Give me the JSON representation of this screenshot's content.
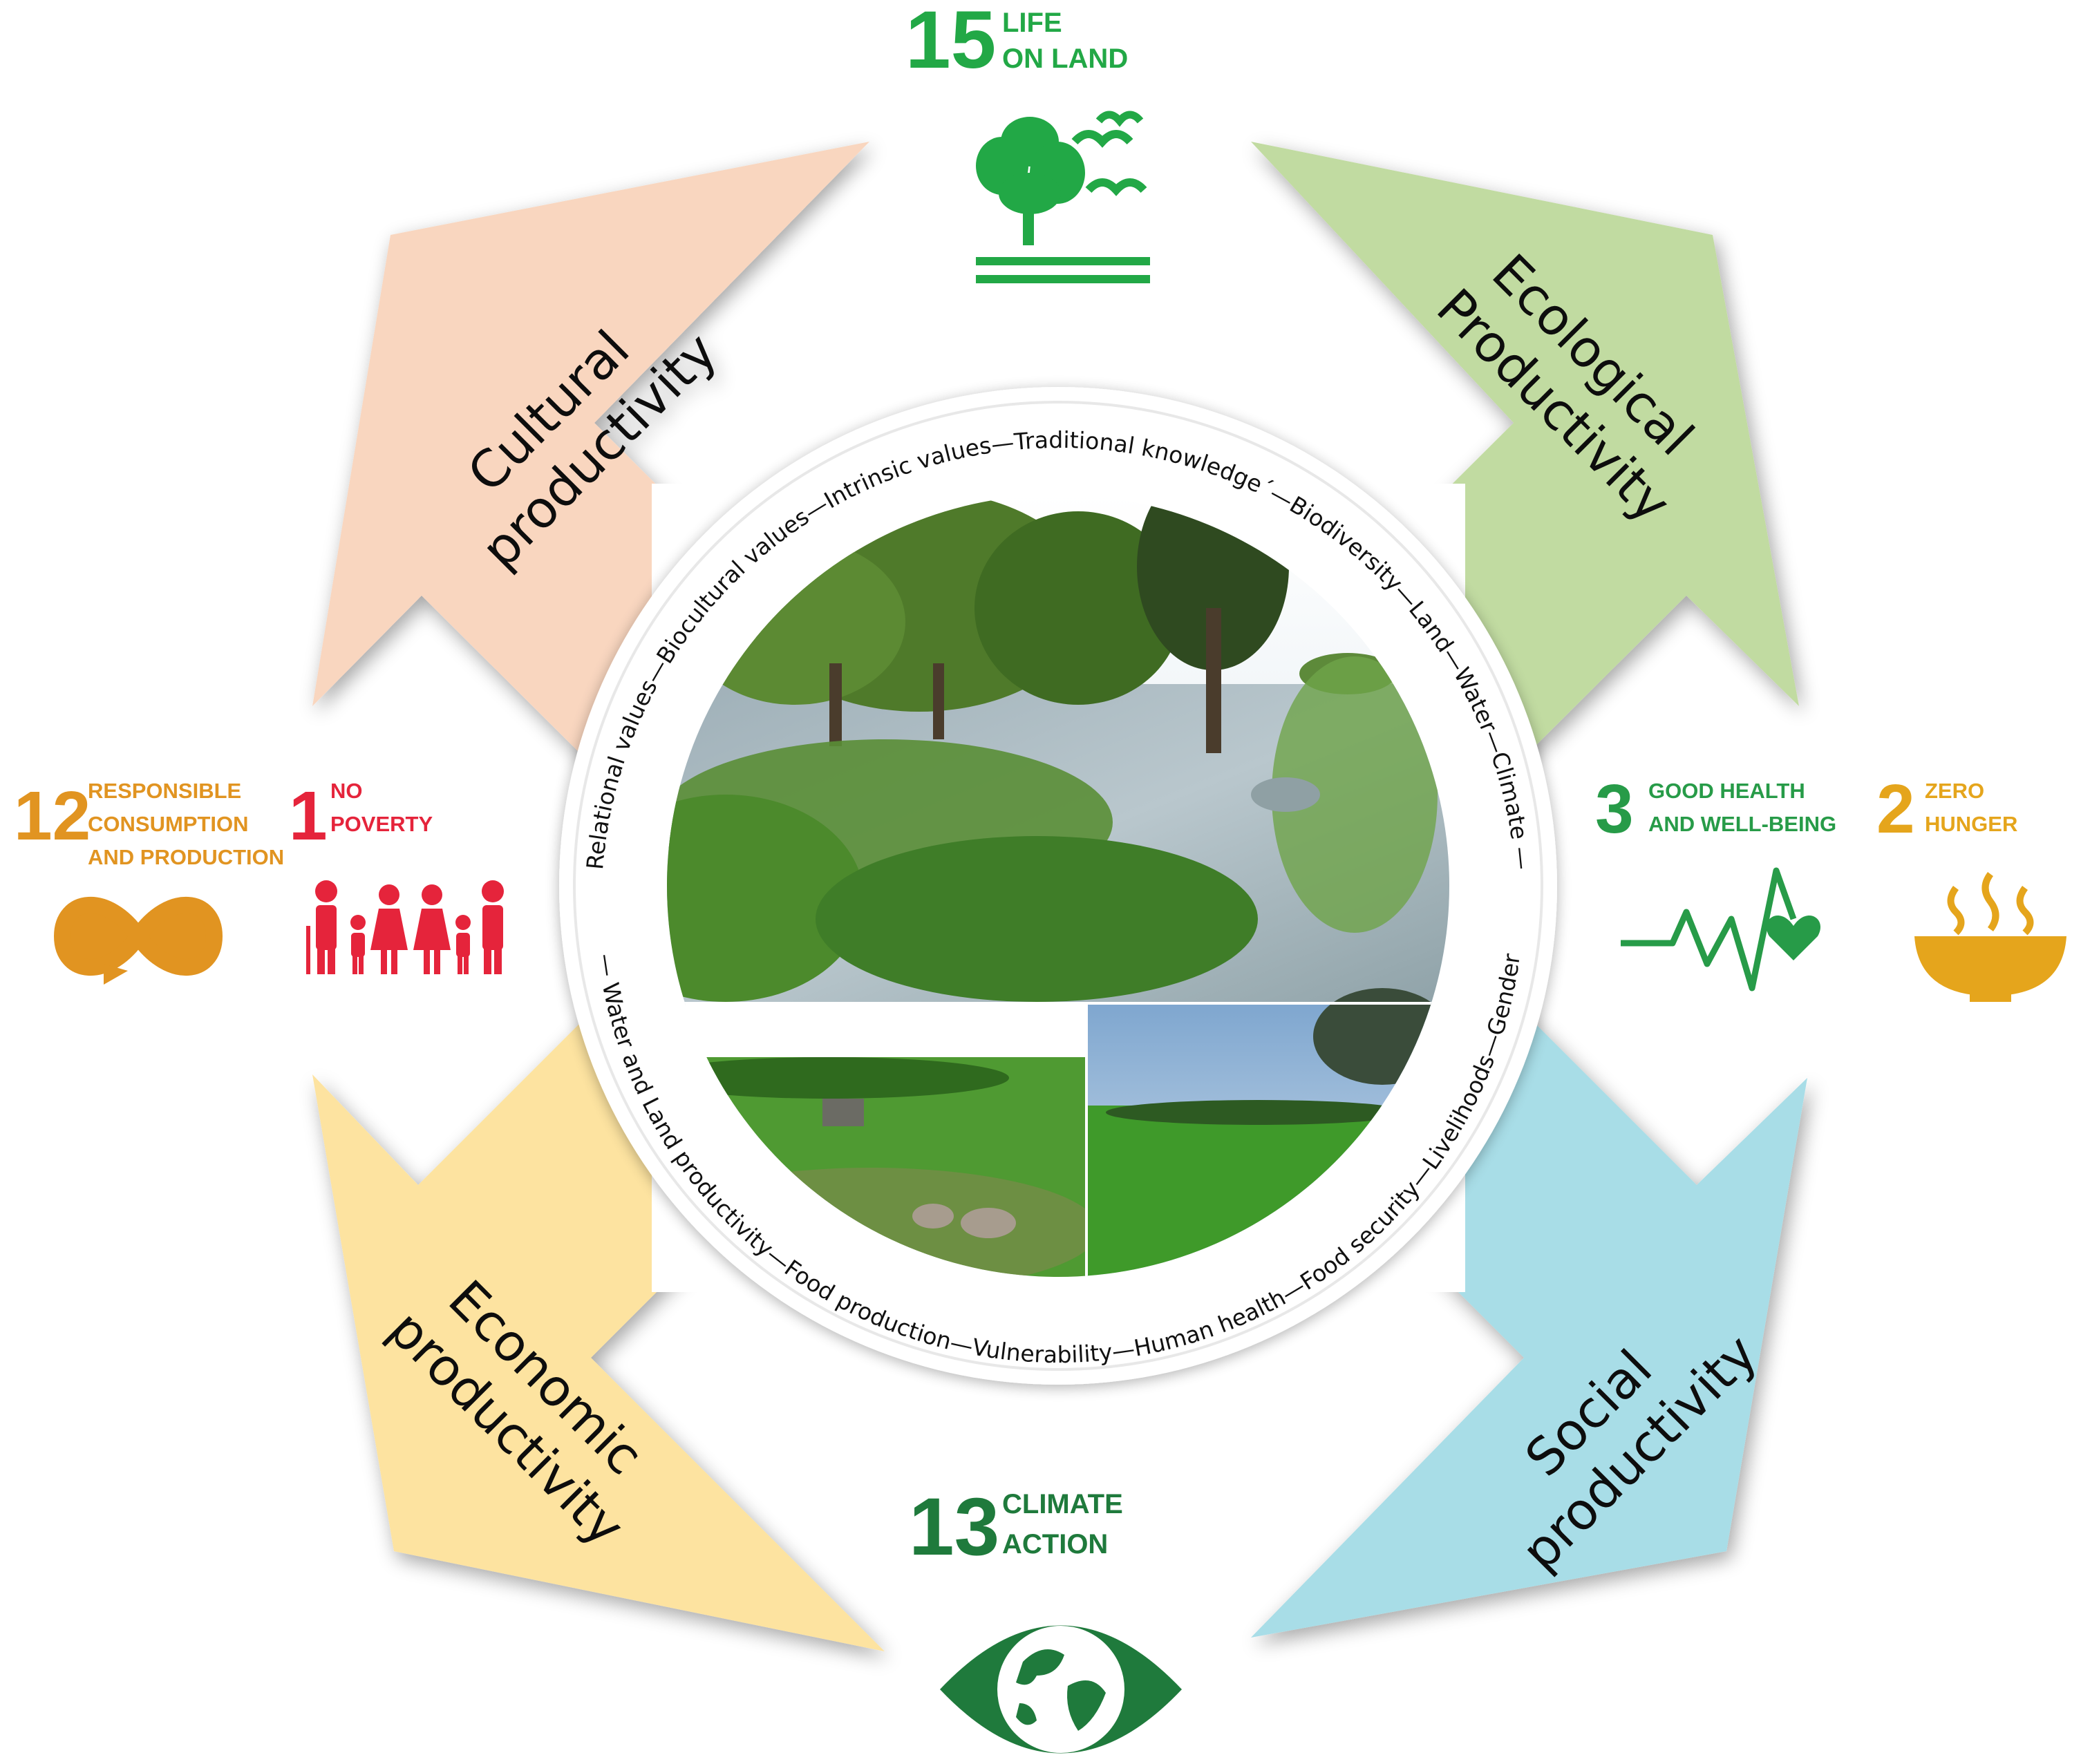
{
  "colors": {
    "cultural": "#f9d6bf",
    "ecological": "#c1dba1",
    "economic": "#fde3a0",
    "social": "#a8dde7",
    "sdg15": "#22a846",
    "sdg13": "#1f7a3c",
    "sdg12": "#e19421",
    "sdg1": "#e5243b",
    "sdg3": "#279b48",
    "sdg2": "#e5a51c"
  },
  "arrows": {
    "cultural": {
      "line1": "Cultural",
      "line2": "productivity"
    },
    "ecological": {
      "line1": "Ecological",
      "line2": "Productivity"
    },
    "economic": {
      "line1": "Economic",
      "line2": "productivity"
    },
    "social": {
      "line1": "Social",
      "line2": "productivity"
    }
  },
  "sdgs": {
    "sdg15": {
      "number": "15",
      "title_line1": "LIFE",
      "title_line2": "ON LAND",
      "icon": "tree-birds-icon"
    },
    "sdg13": {
      "number": "13",
      "title_line1": "CLIMATE",
      "title_line2": "ACTION",
      "icon": "eye-globe-icon"
    },
    "sdg12": {
      "number": "12",
      "title_line1": "RESPONSIBLE",
      "title_line2": "CONSUMPTION",
      "title_line3": "AND PRODUCTION",
      "icon": "infinity-icon"
    },
    "sdg1": {
      "number": "1",
      "title_line1": "NO",
      "title_line2": "POVERTY",
      "icon": "family-icon"
    },
    "sdg3": {
      "number": "3",
      "title_line1": "GOOD HEALTH",
      "title_line2": "AND WELL-BEING",
      "icon": "heartbeat-icon"
    },
    "sdg2": {
      "number": "2",
      "title_line1": "ZERO",
      "title_line2": "HUNGER",
      "icon": "bowl-icon"
    }
  },
  "ring": {
    "top_arc": "Relational values—Biocultural values—Intrinsic values—Traditional knowledge´—Biodiversity—Land—Water—Climate —",
    "bottom_arc": "— Water  and Land productivity—Food production—Vulnerability—Human health—Food security—Livelihoods—Gender"
  },
  "photos": {
    "top": "wetland-photo",
    "bottom_left": "field-photo",
    "bottom_right": "paddy-photo"
  }
}
